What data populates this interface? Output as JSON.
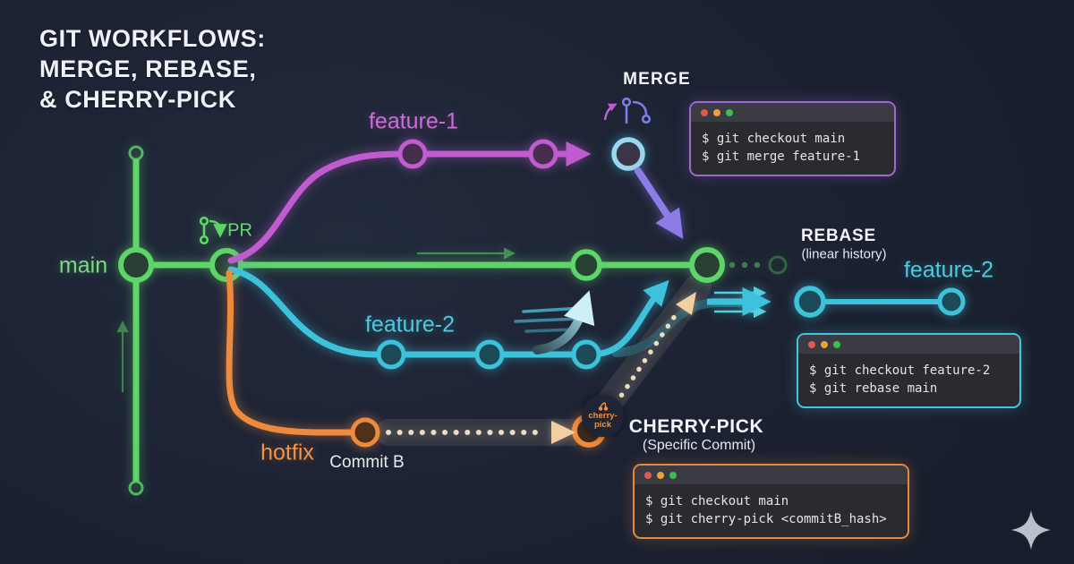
{
  "title": [
    "GIT WORKFLOWS:",
    "MERGE, REBASE,",
    "& CHERRY-PICK"
  ],
  "labels": {
    "main": "main",
    "feature1": "feature-1",
    "feature2": "feature-2",
    "feature2_rebased": "feature-2",
    "hotfix": "hotfix",
    "commit_b": "Commit B",
    "pr": "PR",
    "merge_title": "MERGE",
    "rebase_title": "REBASE",
    "rebase_subtitle": "(linear history)",
    "cherry_title": "CHERRY-PICK",
    "cherry_subtitle": "(Specific Commit)",
    "badge_line1": "cherry-",
    "badge_line2": "pick"
  },
  "terminals": {
    "merge": {
      "lines": [
        "$ git checkout main",
        "$ git merge feature-1"
      ]
    },
    "rebase": {
      "lines": [
        "$ git checkout feature-2",
        "$ git rebase main"
      ]
    },
    "cherry": {
      "lines": [
        "$ git checkout main",
        "$ git cherry-pick <commitB_hash>"
      ]
    }
  },
  "colors": {
    "background": "#1c2232",
    "main_branch": "#5ed46a",
    "feature1_branch": "#c05ccf",
    "feature2_branch": "#3ec2db",
    "hotfix_branch": "#ee8a3e",
    "merge_arrow": "#8d7ce6",
    "cherry_dots": "#eedcbe",
    "terminal_bg": "#2a2a31",
    "terminal_header": "#3b3b44",
    "traffic_red": "#e0584f",
    "traffic_yellow": "#eaa23e",
    "traffic_green": "#3dbf4f"
  }
}
